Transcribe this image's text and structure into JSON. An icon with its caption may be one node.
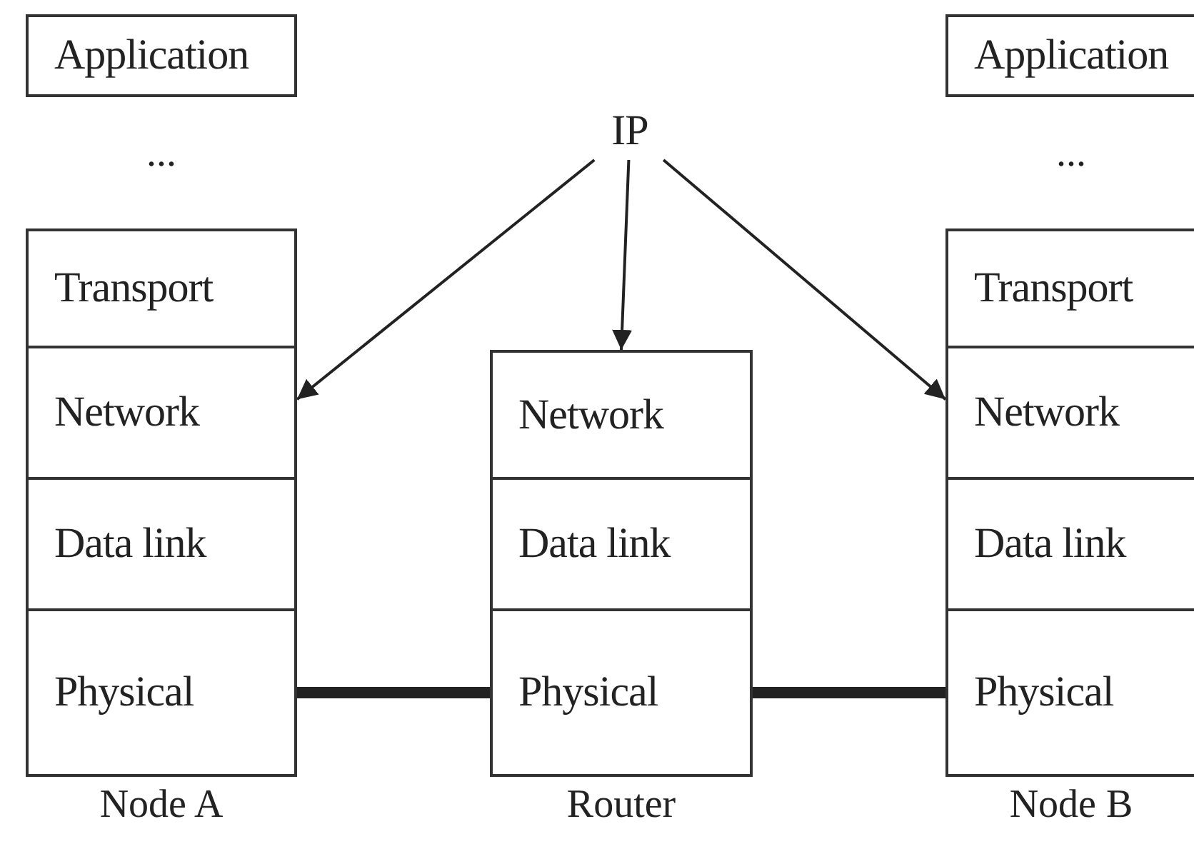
{
  "diagram": {
    "nodes": [
      {
        "text": [
          "Application"
        ]
      },
      {
        "text": [
          "IP"
        ]
      },
      {
        "text": [
          "Application"
        ]
      },
      {
        "text": [
          "Transport"
        ]
      },
      {
        "text": [
          "Transport"
        ]
      },
      {
        "text": [
          "Network"
        ]
      },
      {
        "text": [
          "Network"
        ]
      },
      {
        "text": [
          "Network"
        ]
      },
      {
        "text": [
          "Data link"
        ]
      },
      {
        "text": [
          "Data link"
        ]
      },
      {
        "text": [
          "Data link"
        ]
      },
      {
        "text": [
          "Physical"
        ]
      },
      {
        "text": [
          "Physical"
        ]
      },
      {
        "text": [
          "Physical"
        ]
      }
    ],
    "edges": [
      {
        "from": 1,
        "to": 5,
        "arrow": "to"
      },
      {
        "from": 1,
        "to": 6,
        "arrow": "to"
      },
      {
        "from": 1,
        "to": 7,
        "arrow": "to"
      },
      {
        "from": 11,
        "to": 12,
        "arrow": "none",
        "style": "thick"
      },
      {
        "from": 12,
        "to": 13,
        "arrow": "none",
        "style": "thick"
      }
    ],
    "labels": [
      "...",
      "...",
      "Node A",
      "Router",
      "Node B"
    ]
  }
}
